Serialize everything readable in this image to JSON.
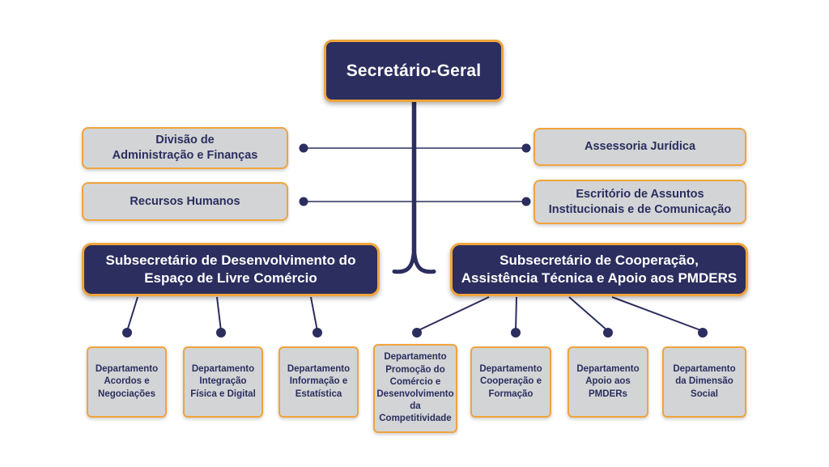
{
  "org": {
    "root": {
      "label": "Secretário-Geral"
    },
    "staff_left": [
      {
        "label": "Divisão de\nAdministração e Finanças"
      },
      {
        "label": "Recursos Humanos"
      }
    ],
    "staff_right": [
      {
        "label": "Assessoria Jurídica"
      },
      {
        "label": "Escritório de Assuntos\nInstitucionais e de Comunicação"
      }
    ],
    "subsecretaries": [
      {
        "label": "Subsecretário de Desenvolvimento do\nEspaço de Livre Comércio"
      },
      {
        "label": "Subsecretário de Cooperação,\nAssistência Técnica e Apoio aos PMDERS"
      }
    ],
    "departments": [
      {
        "label": "Departamento\nAcordos e\nNegociações"
      },
      {
        "label": "Departamento\nIntegração\nFísica e Digital"
      },
      {
        "label": "Departamento\nInformação e\nEstatística"
      },
      {
        "label": "Departamento\nPromoção do\nComércio e\nDesenvolvimento\nda\nCompetitividade"
      },
      {
        "label": "Departamento\nCooperação e\nFormação"
      },
      {
        "label": "Departamento\nApoio aos\nPMDERs"
      },
      {
        "label": "Departamento\nda Dimensão\nSocial"
      }
    ]
  },
  "colors": {
    "navy": "#2b2e5e",
    "orange": "#f0a43c",
    "gray": "#d3d4d6"
  }
}
